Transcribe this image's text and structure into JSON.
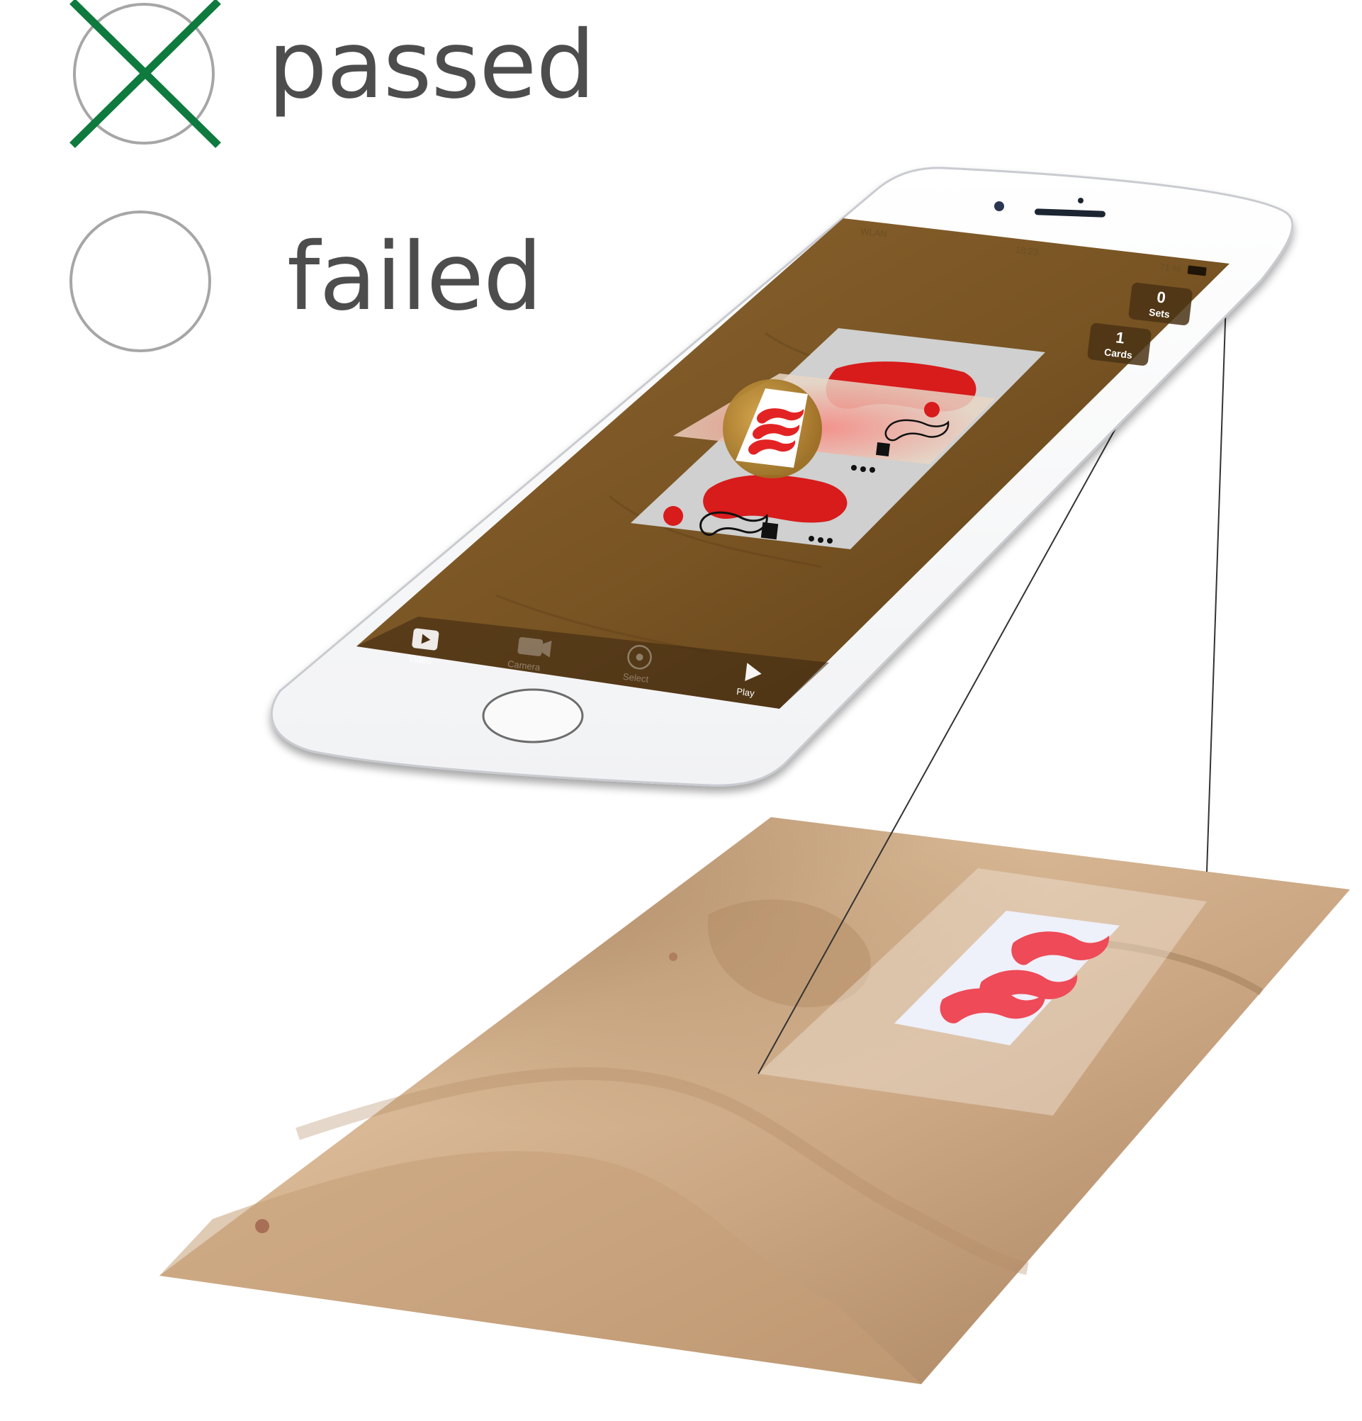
{
  "legend": {
    "passed": {
      "label": "passed",
      "marker": "x-mark-over-circle-icon",
      "mark_color": "#0e7a3e"
    },
    "failed": {
      "label": "failed",
      "marker": "empty-circle-icon"
    },
    "text_color": "#4d4d4d",
    "circle_color": "#a6a6a6"
  },
  "phone": {
    "status_bar": {
      "carrier": "WLAN",
      "time": "18:23",
      "battery": "71 %"
    },
    "counters": {
      "sets_value": "0",
      "sets_label": "Sets",
      "cards_value": "1",
      "cards_label": "Cards"
    },
    "toolbar": {
      "video_label": "Video",
      "camera_label": "Camera",
      "select_label": "Select",
      "play_label": "Play"
    }
  },
  "colors": {
    "card_red": "#d81b1b",
    "card_light_red": "#ee4a57",
    "wood_dark": "#6e4a1d",
    "wood_light": "#c9a47c"
  }
}
